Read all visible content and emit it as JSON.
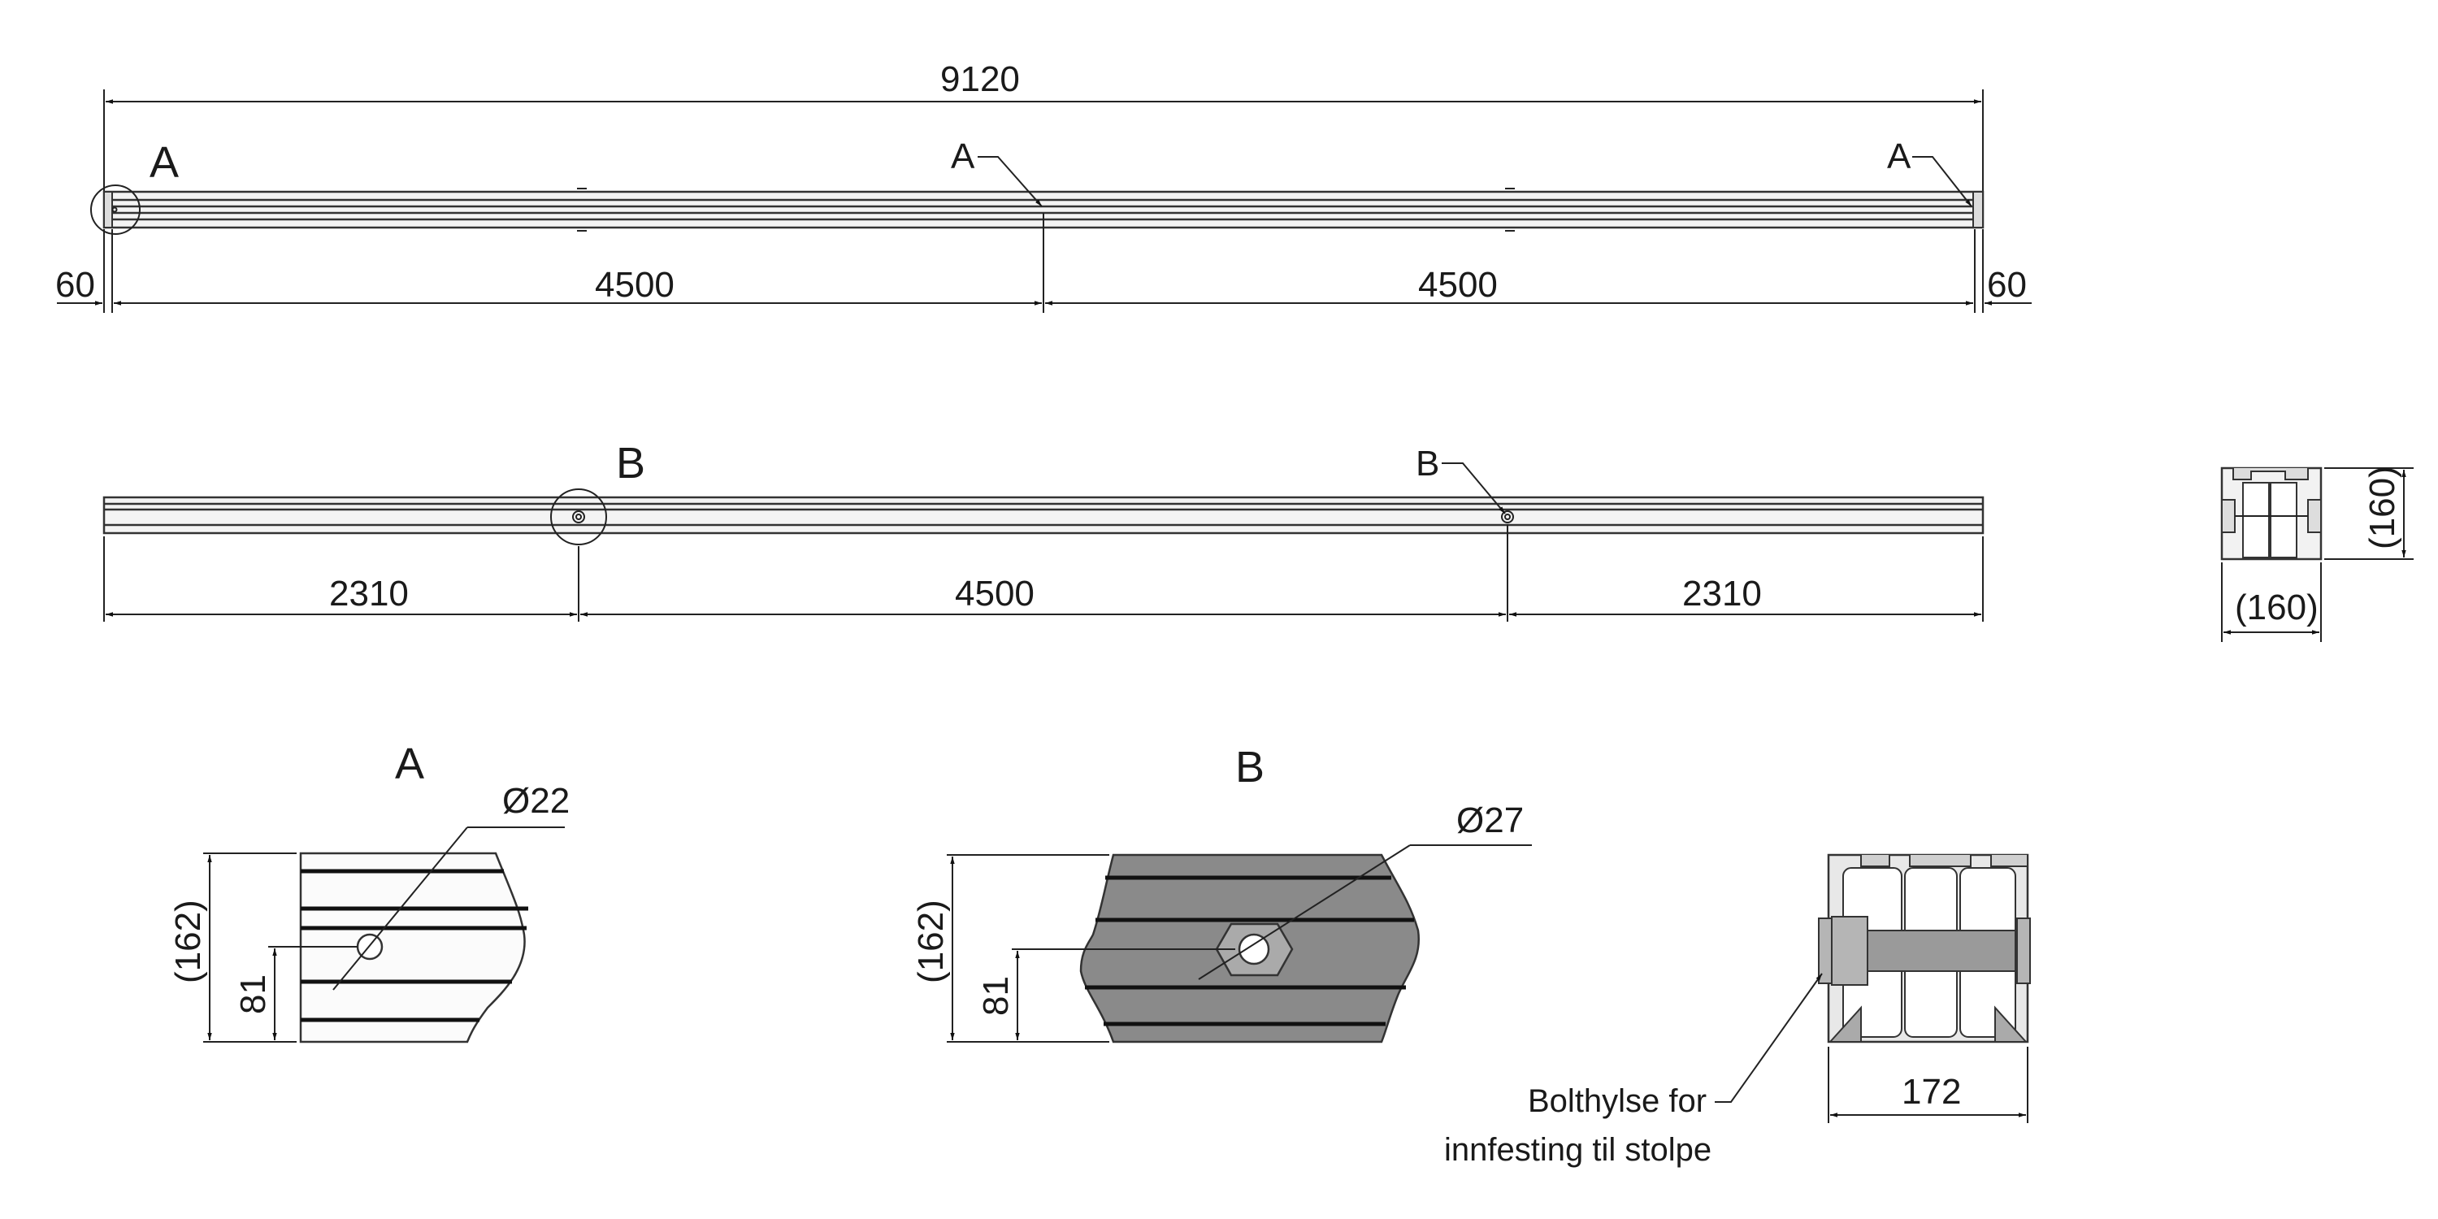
{
  "drawing": {
    "top_view": {
      "overall": "9120",
      "left_end": "60",
      "right_end": "60",
      "span_left": "4500",
      "span_right": "4500",
      "detail_label": "A",
      "marker_mid": "A",
      "marker_right": "A"
    },
    "side_view": {
      "detail_label": "B",
      "marker_right": "B",
      "span_left": "2310",
      "span_mid": "4500",
      "span_right": "2310"
    },
    "end_view_small": {
      "height": "(160)",
      "width": "(160)"
    },
    "detail_a": {
      "title": "A",
      "diameter": "Ø22",
      "height": "(162)",
      "half_height": "81"
    },
    "detail_b": {
      "title": "B",
      "diameter": "Ø27",
      "height": "(162)",
      "half_height": "81"
    },
    "section_view": {
      "width": "172",
      "note_line1": "Bolthylse for",
      "note_line2": "innfesting til stolpe"
    }
  }
}
